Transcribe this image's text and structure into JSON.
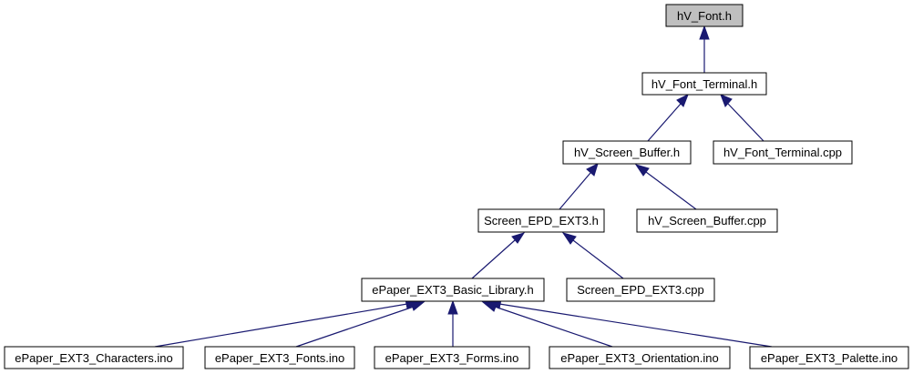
{
  "graph": {
    "colors": {
      "edge": "#191970",
      "root_fill": "#bfbfbf",
      "node_fill": "#ffffff",
      "border": "#000000"
    },
    "nodes": {
      "font_h": "hV_Font.h",
      "font_terminal_h": "hV_Font_Terminal.h",
      "screen_buffer_h": "hV_Screen_Buffer.h",
      "font_terminal_cpp": "hV_Font_Terminal.cpp",
      "screen_epd_h": "Screen_EPD_EXT3.h",
      "screen_buffer_cpp": "hV_Screen_Buffer.cpp",
      "basic_library_h": "ePaper_EXT3_Basic_Library.h",
      "screen_epd_cpp": "Screen_EPD_EXT3.cpp",
      "characters_ino": "ePaper_EXT3_Characters.ino",
      "fonts_ino": "ePaper_EXT3_Fonts.ino",
      "forms_ino": "ePaper_EXT3_Forms.ino",
      "orientation_ino": "ePaper_EXT3_Orientation.ino",
      "palette_ino": "ePaper_EXT3_Palette.ino"
    },
    "edges": [
      [
        "font_terminal_h",
        "font_h"
      ],
      [
        "screen_buffer_h",
        "font_terminal_h"
      ],
      [
        "font_terminal_cpp",
        "font_terminal_h"
      ],
      [
        "screen_epd_h",
        "screen_buffer_h"
      ],
      [
        "screen_buffer_cpp",
        "screen_buffer_h"
      ],
      [
        "basic_library_h",
        "screen_epd_h"
      ],
      [
        "screen_epd_cpp",
        "screen_epd_h"
      ],
      [
        "characters_ino",
        "basic_library_h"
      ],
      [
        "fonts_ino",
        "basic_library_h"
      ],
      [
        "forms_ino",
        "basic_library_h"
      ],
      [
        "orientation_ino",
        "basic_library_h"
      ],
      [
        "palette_ino",
        "basic_library_h"
      ]
    ]
  }
}
